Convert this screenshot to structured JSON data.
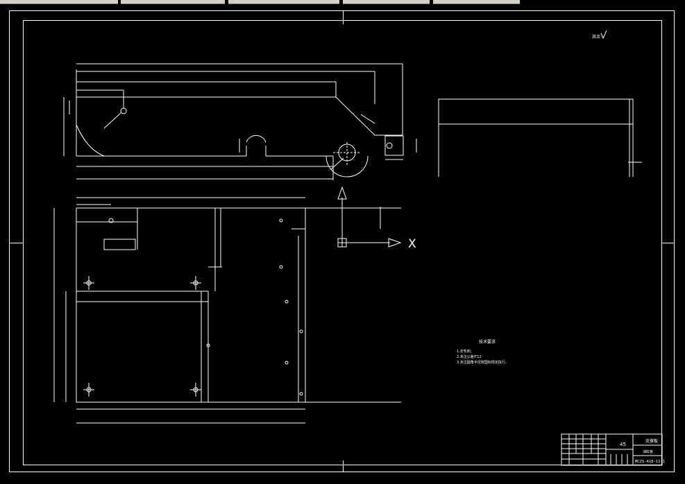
{
  "title_block": {
    "material": "45",
    "part_name": "支撑板",
    "part_name2": "油缸板",
    "drawing_number": "MCZS-A18-12-1"
  },
  "technical_requirements": {
    "heading": "技术要求",
    "items": [
      "1.去毛刺。",
      "2.未注公差IT12",
      "3.未注圆角半径按国标规定执行。"
    ]
  },
  "roughness_note": "其余",
  "ucs": {
    "x_label": "X"
  },
  "colors": {
    "background": "#000000",
    "lines": "#ffffff",
    "toolbar": "#d4d0c8"
  }
}
